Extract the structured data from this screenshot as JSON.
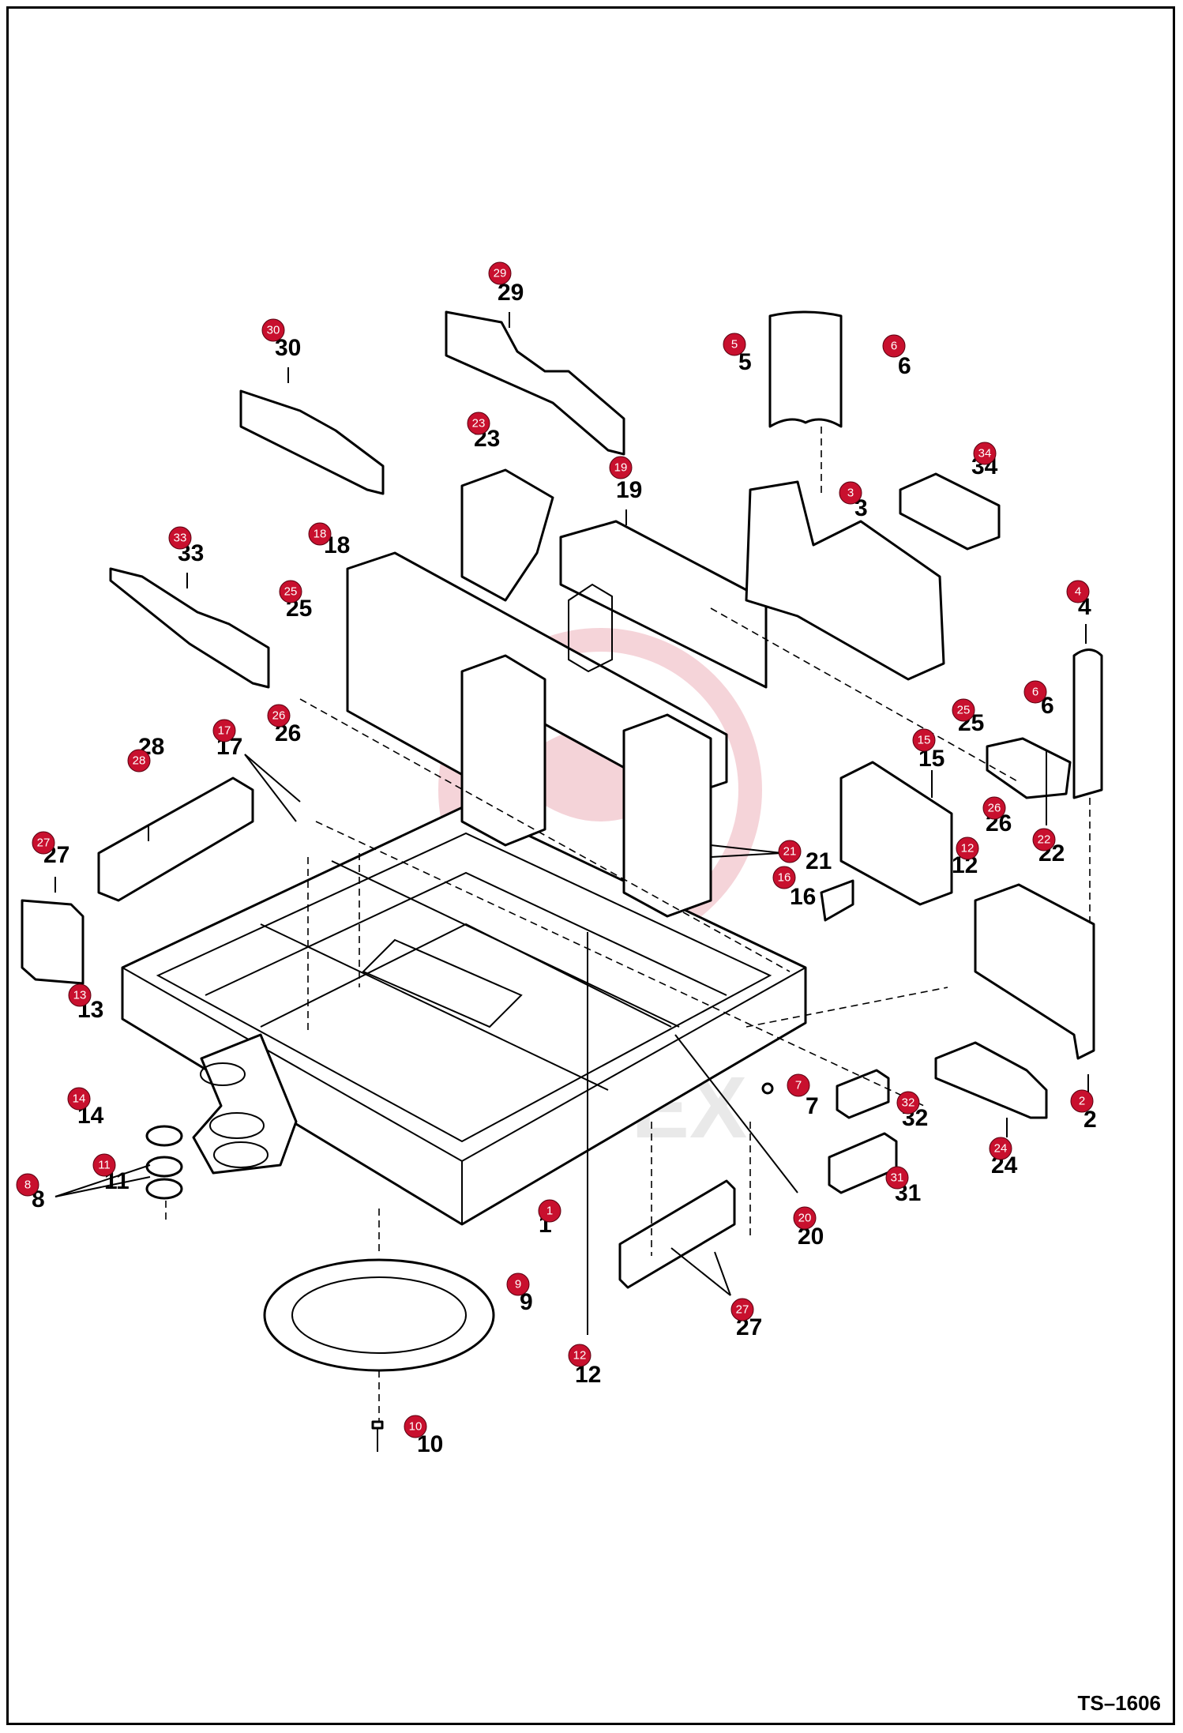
{
  "drawing_code": "TS–1606",
  "watermark": "ИНТЕХ",
  "callouts": [
    {
      "id": "c1",
      "label": "1",
      "badge": "1"
    },
    {
      "id": "c2",
      "label": "2",
      "badge": "2"
    },
    {
      "id": "c3",
      "label": "3",
      "badge": "3"
    },
    {
      "id": "c4",
      "label": "4",
      "badge": "4"
    },
    {
      "id": "c5",
      "label": "5",
      "badge": "5"
    },
    {
      "id": "c6a",
      "label": "6",
      "badge": "6"
    },
    {
      "id": "c6b",
      "label": "6",
      "badge": "6"
    },
    {
      "id": "c7",
      "label": "7",
      "badge": "7"
    },
    {
      "id": "c8",
      "label": "8",
      "badge": "8"
    },
    {
      "id": "c9",
      "label": "9",
      "badge": "9"
    },
    {
      "id": "c10",
      "label": "10",
      "badge": "10"
    },
    {
      "id": "c11",
      "label": "11",
      "badge": "11"
    },
    {
      "id": "c12a",
      "label": "12",
      "badge": "12"
    },
    {
      "id": "c12b",
      "label": "12",
      "badge": "12"
    },
    {
      "id": "c13",
      "label": "13",
      "badge": "13"
    },
    {
      "id": "c14",
      "label": "14",
      "badge": "14"
    },
    {
      "id": "c15",
      "label": "15",
      "badge": "15"
    },
    {
      "id": "c16",
      "label": "16",
      "badge": "16"
    },
    {
      "id": "c17",
      "label": "17",
      "badge": "17"
    },
    {
      "id": "c18",
      "label": "18",
      "badge": "18"
    },
    {
      "id": "c19",
      "label": "19",
      "badge": "19"
    },
    {
      "id": "c20",
      "label": "20",
      "badge": "20"
    },
    {
      "id": "c21",
      "label": "21",
      "badge": "21"
    },
    {
      "id": "c22",
      "label": "22",
      "badge": "22"
    },
    {
      "id": "c23",
      "label": "23",
      "badge": "23"
    },
    {
      "id": "c24",
      "label": "24",
      "badge": "24"
    },
    {
      "id": "c25a",
      "label": "25",
      "badge": "25"
    },
    {
      "id": "c25b",
      "label": "25",
      "badge": "25"
    },
    {
      "id": "c26a",
      "label": "26",
      "badge": "26"
    },
    {
      "id": "c26b",
      "label": "26",
      "badge": "26"
    },
    {
      "id": "c27a",
      "label": "27",
      "badge": "27"
    },
    {
      "id": "c27b",
      "label": "27",
      "badge": "27"
    },
    {
      "id": "c28",
      "label": "28",
      "badge": "28"
    },
    {
      "id": "c29",
      "label": "29",
      "badge": "29"
    },
    {
      "id": "c30",
      "label": "30",
      "badge": "30"
    },
    {
      "id": "c31",
      "label": "31",
      "badge": "31"
    },
    {
      "id": "c32",
      "label": "32",
      "badge": "32"
    },
    {
      "id": "c33",
      "label": "33",
      "badge": "33"
    },
    {
      "id": "c34",
      "label": "34",
      "badge": "34"
    }
  ]
}
